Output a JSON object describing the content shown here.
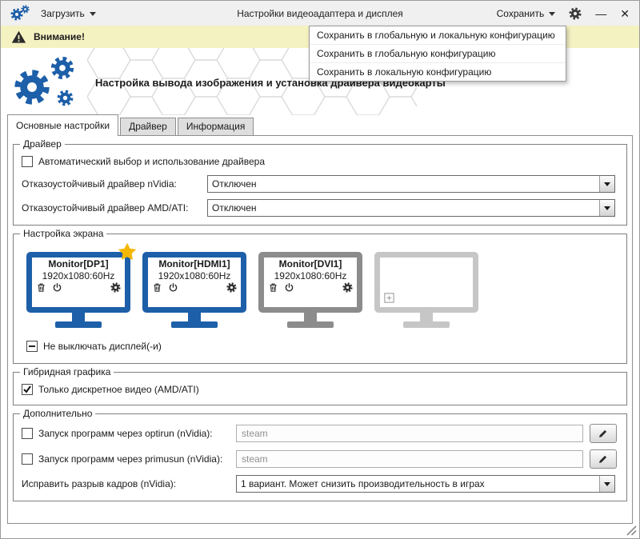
{
  "window": {
    "title": "Настройки видеоадаптера и дисплея",
    "minimize_label": "—",
    "close_label": "✕"
  },
  "toolbar": {
    "load_label": "Загрузить",
    "save_label": "Сохранить"
  },
  "warning_bar": {
    "label": "Внимание!"
  },
  "save_menu": {
    "items": [
      "Сохранить в глобальную и локальную конфигурацию",
      "Сохранить в глобальную конфигурацию",
      "Сохранить в локальную конфигурацию"
    ]
  },
  "header": {
    "subtitle": "Настройка вывода изображения и установка драйвера видеокарты"
  },
  "tabs": {
    "main": "Основные настройки",
    "driver": "Драйвер",
    "info": "Информация"
  },
  "driver_group": {
    "title": "Драйвер",
    "auto_driver": {
      "label": "Автоматический выбор и использование драйвера",
      "checked": false
    },
    "nvidia_failsafe": {
      "label": "Отказоустойчивый драйвер nVidia:",
      "value": "Отключен"
    },
    "amd_failsafe": {
      "label": "Отказоустойчивый драйвер AMD/ATI:",
      "value": "Отключен"
    }
  },
  "screen_group": {
    "title": "Настройка экрана",
    "monitors": [
      {
        "name": "Monitor[DP1]",
        "mode": "1920x1080:60Hz",
        "primary": true
      },
      {
        "name": "Monitor[HDMI1]",
        "mode": "1920x1080:60Hz",
        "primary": false
      },
      {
        "name": "Monitor[DVI1]",
        "mode": "1920x1080:60Hz",
        "primary": false
      }
    ],
    "keep_on": {
      "label": "Не выключать дисплей(-и)",
      "state": "indeterminate"
    }
  },
  "hybrid_group": {
    "title": "Гибридная графика",
    "discrete_only": {
      "label": "Только дискретное видео (AMD/ATI)",
      "checked": true
    }
  },
  "extra_group": {
    "title": "Дополнительно",
    "optirun": {
      "label": "Запуск программ через optirun (nVidia):",
      "checked": false,
      "value": "steam"
    },
    "primusun": {
      "label": "Запуск программ через primusun (nVidia):",
      "checked": false,
      "value": "steam"
    },
    "tearing": {
      "label": "Исправить разрыв кадров (nVidia):",
      "value": "1 вариант. Может снизить производительность в играх"
    }
  },
  "colors": {
    "accent_blue": "#1d5fa8",
    "monitor_inactive": "#8c8c8c",
    "monitor_empty": "#c6c6c6",
    "star_gold": "#f3b700",
    "warning_bg": "#f5f2c2"
  },
  "icons": {
    "app_logo": "gears",
    "dropdown": "chevron-down",
    "warning": "exclamation-triangle",
    "primary_monitor": "star",
    "monitor_delete": "trash",
    "monitor_power": "power",
    "monitor_settings": "gear",
    "add_monitor": "plus-box",
    "edit": "pencil",
    "resize": "diagonal-grip"
  }
}
